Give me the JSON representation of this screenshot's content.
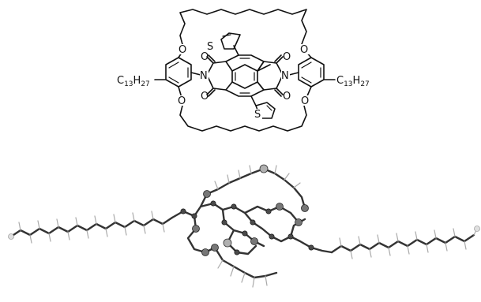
{
  "molecule": {
    "left_substituent": {
      "main": "C",
      "sub1": "13",
      "mid": "H",
      "sub2": "27"
    },
    "right_substituent": {
      "main": "C",
      "sub1": "13",
      "mid": "H",
      "sub2": "27"
    },
    "atoms": {
      "oxygen": "O",
      "nitrogen": "N",
      "sulfur": "S"
    }
  }
}
